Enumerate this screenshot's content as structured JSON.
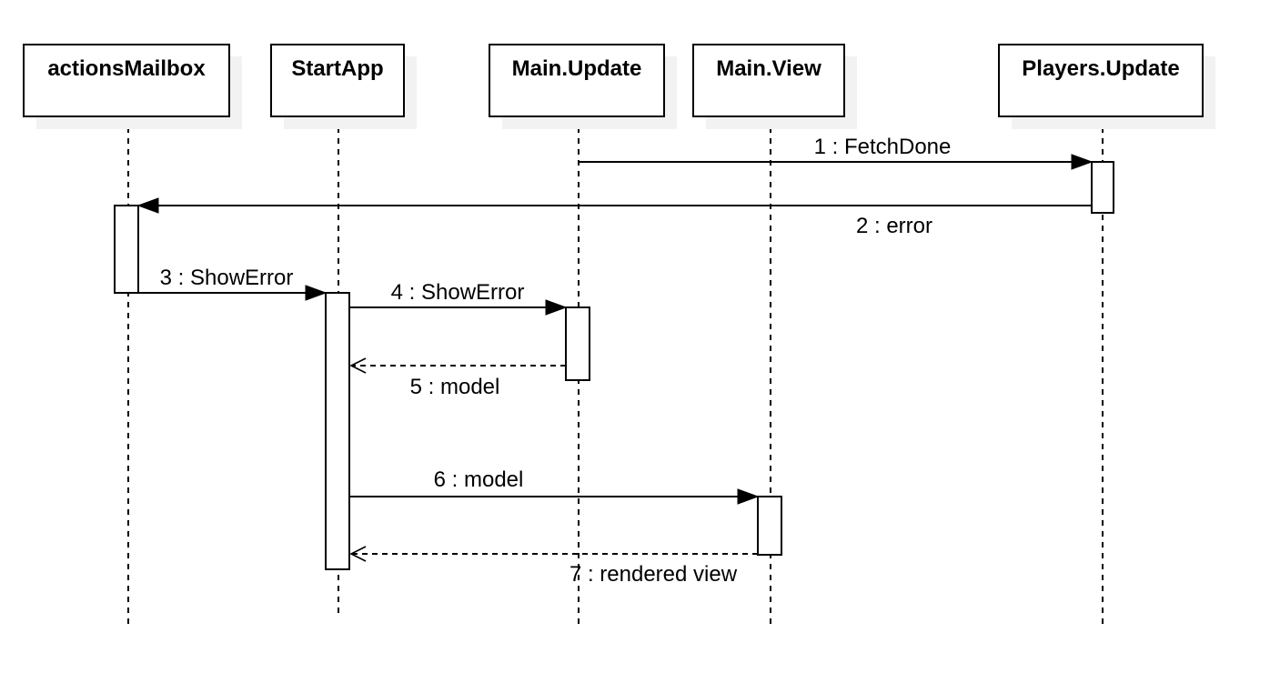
{
  "participants": [
    {
      "id": "actionsMailbox",
      "label": "actionsMailbox"
    },
    {
      "id": "startapp",
      "label": "StartApp"
    },
    {
      "id": "main-update",
      "label": "Main.Update"
    },
    {
      "id": "main-view",
      "label": "Main.View"
    },
    {
      "id": "players-update",
      "label": "Players.Update"
    }
  ],
  "messages": [
    {
      "id": "m1",
      "label": "1 : FetchDone",
      "from": "main-update",
      "to": "players-update",
      "kind": "sync"
    },
    {
      "id": "m2",
      "label": "2 : error",
      "from": "players-update",
      "to": "actionsMailbox",
      "kind": "sync"
    },
    {
      "id": "m3",
      "label": "3 : ShowError",
      "from": "actionsMailbox",
      "to": "startapp",
      "kind": "sync"
    },
    {
      "id": "m4",
      "label": "4 : ShowError",
      "from": "startapp",
      "to": "main-update",
      "kind": "sync"
    },
    {
      "id": "m5",
      "label": "5 : model",
      "from": "main-update",
      "to": "startapp",
      "kind": "reply"
    },
    {
      "id": "m6",
      "label": "6 : model",
      "from": "startapp",
      "to": "main-view",
      "kind": "sync"
    },
    {
      "id": "m7",
      "label": "7 : rendered view",
      "from": "main-view",
      "to": "startapp",
      "kind": "reply"
    }
  ]
}
